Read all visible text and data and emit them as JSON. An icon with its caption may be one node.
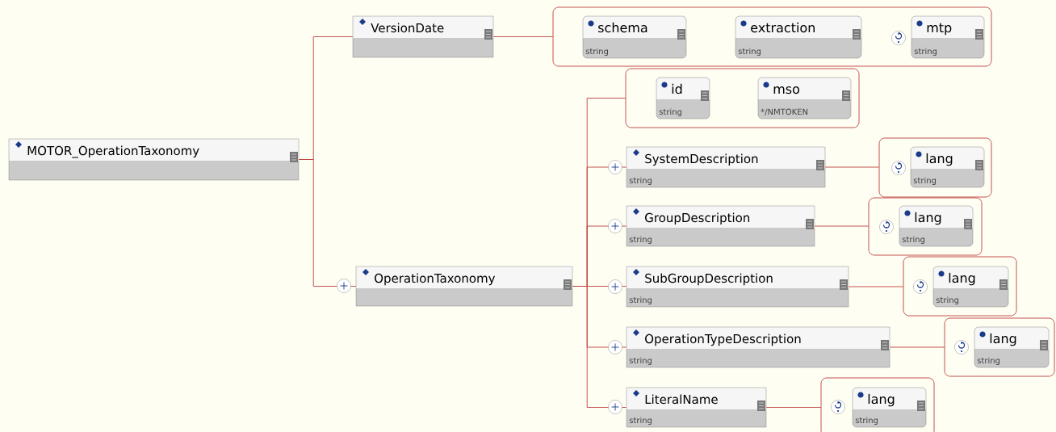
{
  "diagram": {
    "nodes": [
      {
        "text": [
          "MOTOR_OperationTaxonomy"
        ]
      },
      {
        "text": [
          "VersionDate"
        ]
      },
      {
        "text": [],
        "shape": "box"
      },
      {
        "text": [
          "schema",
          "string"
        ],
        "in": 2
      },
      {
        "text": [
          "extraction",
          "string"
        ],
        "in": 2
      },
      {
        "text": [
          "mtp",
          "string"
        ],
        "in": 2
      },
      {
        "text": [
          "OperationTaxonomy"
        ]
      },
      {
        "text": [],
        "shape": "box"
      },
      {
        "text": [
          "id",
          "string"
        ],
        "in": 7
      },
      {
        "text": [
          "mso",
          "*/NMTOKEN"
        ],
        "in": 7
      },
      {
        "text": [
          "SystemDescription",
          "string"
        ]
      },
      {
        "text": [],
        "shape": "box"
      },
      {
        "text": [
          "lang",
          "string"
        ],
        "in": 11
      },
      {
        "text": [
          "GroupDescription",
          "string"
        ]
      },
      {
        "text": [],
        "shape": "box"
      },
      {
        "text": [
          "lang",
          "string"
        ],
        "in": 14
      },
      {
        "text": [
          "SubGroupDescription",
          "string"
        ]
      },
      {
        "text": [],
        "shape": "box"
      },
      {
        "text": [
          "lang",
          "string"
        ],
        "in": 17
      },
      {
        "text": [
          "OperationTypeDescription",
          "string"
        ]
      },
      {
        "text": [],
        "shape": "box"
      },
      {
        "text": [
          "lang",
          "string"
        ],
        "in": 20
      },
      {
        "text": [
          "LiteralName",
          "string"
        ]
      },
      {
        "text": [],
        "shape": "box"
      },
      {
        "text": [
          "lang",
          "string"
        ],
        "in": 23
      }
    ],
    "edges": [
      {
        "from": 0,
        "to": 1,
        "arrow": "none"
      },
      {
        "from": 0,
        "to": 6,
        "arrow": "none"
      },
      {
        "from": 1,
        "to": 2,
        "arrow": "none"
      },
      {
        "from": 6,
        "to": 7,
        "arrow": "none"
      },
      {
        "from": 6,
        "to": 10,
        "arrow": "none"
      },
      {
        "from": 6,
        "to": 13,
        "arrow": "none"
      },
      {
        "from": 6,
        "to": 16,
        "arrow": "none"
      },
      {
        "from": 6,
        "to": 19,
        "arrow": "none"
      },
      {
        "from": 6,
        "to": 22,
        "arrow": "none"
      },
      {
        "from": 10,
        "to": 11,
        "arrow": "none"
      },
      {
        "from": 13,
        "to": 14,
        "arrow": "none"
      },
      {
        "from": 16,
        "to": 17,
        "arrow": "none"
      },
      {
        "from": 19,
        "to": 20,
        "arrow": "none"
      },
      {
        "from": 22,
        "to": 23,
        "arrow": "none"
      }
    ]
  }
}
